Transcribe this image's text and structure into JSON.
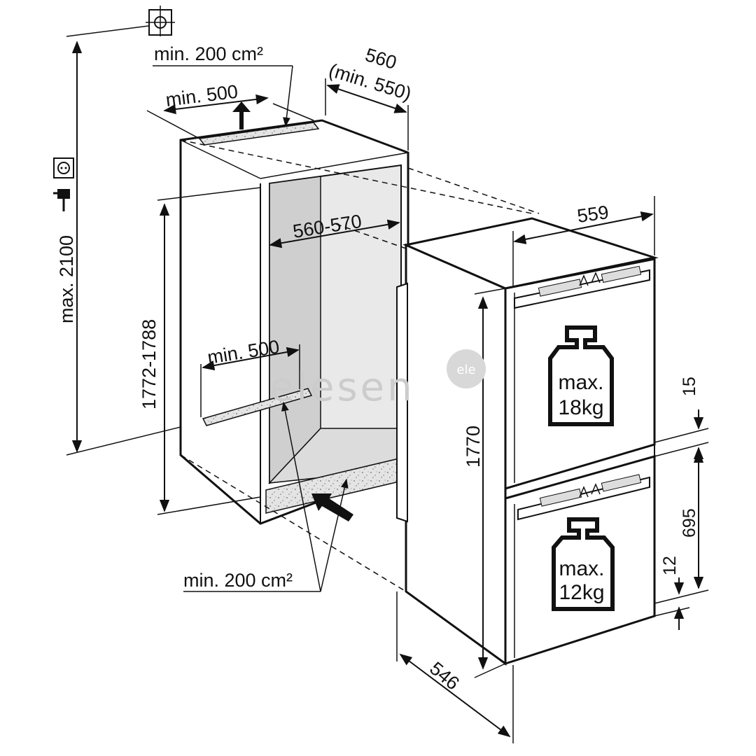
{
  "watermark": {
    "text": "elesen",
    "badge": "ele"
  },
  "dimensions": {
    "niche_vent_top_area": "min. 200 cm²",
    "niche_vent_top_width": "min. 500",
    "niche_depth_top": "560",
    "niche_depth_top_min": "(min. 550)",
    "niche_width": "560-570",
    "niche_height": "1772-1788",
    "niche_bottom_width": "min. 500",
    "niche_vent_bottom_area": "min. 200 cm²",
    "max_total_height": "max. 2100",
    "appliance_width": "559",
    "appliance_height": "1770",
    "appliance_depth": "546",
    "door_gap": "15",
    "lower_door_height": "695",
    "bottom_offset": "12"
  },
  "loads": {
    "upper": {
      "line1": "max.",
      "line2": "18kg"
    },
    "lower": {
      "line1": "max.",
      "line2": "12kg"
    }
  },
  "icons": [
    "water-connection-icon",
    "power-socket-icon",
    "power-plug-icon",
    "weight-icon"
  ]
}
